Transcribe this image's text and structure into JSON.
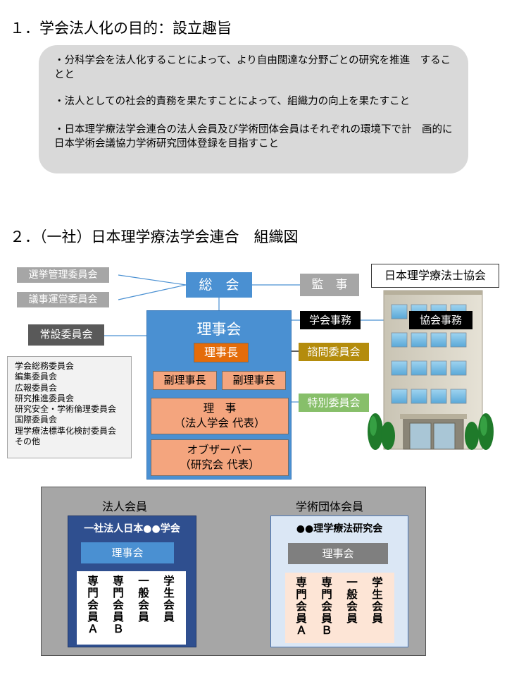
{
  "section1": {
    "heading": "１．学会法人化の目的：設立趣旨",
    "bullets": [
      "・分科学会を法人化することによって、より自由闊達な分野ごとの研究を推進　することと",
      "・法人としての社会的責務を果たすことによって、組織力の向上を果たすこと",
      "・日本理学療法学会連合の法人会員及び学術団体会員はそれぞれの環境下で計　画的に日本学術会議協力学術研究団体登録を目指すこと"
    ]
  },
  "section2": {
    "heading": "２．（一社）日本理学療法学会連合　組織図"
  },
  "org": {
    "election_committee": "選挙管理委員会",
    "steering_committee": "議事運営委員会",
    "general_assembly": "総　会",
    "auditor": "監　事",
    "board": "理事会",
    "president": "理事長",
    "vice_president_1": "副理事長",
    "vice_president_2": "副理事長",
    "directors_line1": "理　事",
    "directors_line2": "（法人学会 代表）",
    "observers_line1": "オブザーバー",
    "observers_line2": "（研究会 代表）",
    "standing_committee": "常設委員会",
    "committee_list": [
      "学会総務委員会",
      "編集委員会",
      "広報委員会",
      "研究推進委員会",
      "研究安全・学術倫理委員会",
      "国際委員会",
      "理学療法標準化検討委員会",
      "その他"
    ],
    "society_office": "学会事務",
    "advisory_committee": "諮問委員会",
    "special_committee": "特別委員会",
    "jpta_name": "日本理学療法士協会",
    "association_office": "協会事務"
  },
  "members": {
    "corporate_title": "法人会員",
    "academic_title": "学術団体会員",
    "corporate_org": "一社法人日本●●学会",
    "academic_org": "●●理学療法研究会",
    "corporate_board": "理事会",
    "academic_board": "理事会",
    "member_types_corporate": [
      "専門会員Ａ",
      "専門会員Ｂ",
      "一般会員",
      "学生会員"
    ],
    "member_types_academic": [
      "専門会員Ａ",
      "専門会員Ｂ",
      "一般会員",
      "学生会員"
    ]
  },
  "colors": {
    "board_blue": "#4a90d2",
    "corporate_navy": "#2f4f8f",
    "orange": "#f4a57e",
    "president_orange": "#e46c0a",
    "advisory_olive": "#b48c0c",
    "special_green": "#87bf6a"
  }
}
